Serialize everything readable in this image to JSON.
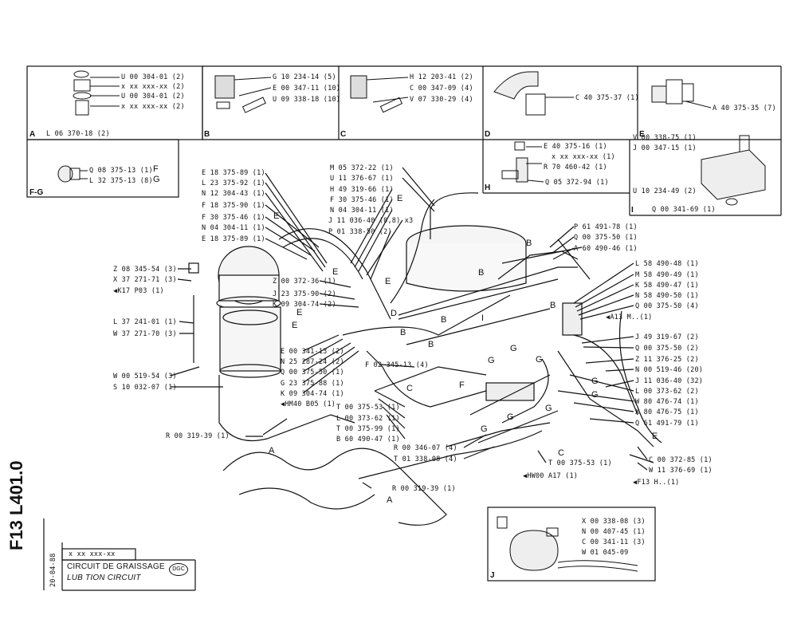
{
  "sheet": {
    "code_vertical": "F13 L401.0",
    "date_vertical": "20-04-88",
    "part_box": "x xx xxx-xx",
    "title_fr": "CIRCUIT DE GRAISSAGE",
    "title_en": "LUB    TION CIRCUIT",
    "logo": "DGC"
  },
  "panels": {
    "A": {
      "letter": "A",
      "labels": [
        "U 00 304-01 (2)",
        "x xx xxx-xx (2)",
        "U 00 304-01 (2)",
        "x xx xxx-xx (2)"
      ],
      "ref": "L 06 370-18 (2)"
    },
    "B": {
      "letter": "B",
      "labels": [
        "G 10 234-14 (5)",
        "E 00 347-11 (10)",
        "U 09 338-18 (10)"
      ]
    },
    "C": {
      "letter": "C",
      "labels": [
        "H 12 203-41 (2)",
        "C 00 347-09 (4)",
        "V 07 330-29 (4)"
      ]
    },
    "D": {
      "letter": "D",
      "labels": [
        "C 40 375-37 (1)"
      ]
    },
    "E": {
      "letter": "E",
      "labels": [
        "A 40 375-35 (7)"
      ]
    },
    "FG": {
      "letter": "F-G",
      "labels": [
        "Q 08 375-13 (1)",
        "L 32 375-13 (8)"
      ],
      "tags": [
        "F",
        "G"
      ]
    },
    "H": {
      "letter": "H",
      "labels": [
        "E 40 375-16 (1)",
        "x xx xxx-xx (1)",
        "R 70 460-42 (1)",
        "Q 05 372-94 (1)"
      ]
    },
    "I": {
      "letter": "I",
      "labels": [
        "V 00 338-75 (1)",
        "J 00 347-15 (1)",
        "U 10 234-49 (2)",
        "Q 00 341-69 (1)"
      ]
    },
    "J": {
      "letter": "J",
      "labels": [
        "X 00 338-08 (3)",
        "N 00 407-45 (1)",
        "C 00 341-11 (3)",
        "W 01 045-09"
      ]
    }
  },
  "main": {
    "left_top": [
      "E 18 375-89 (1)",
      "L 23 375-92 (1)",
      "N 12 304-43 (1)",
      "F 18 375-90 (1)",
      "F 30 375-46 (1)",
      "N 04 304-11 (1)",
      "E 18 375-89 (1)"
    ],
    "center_top": [
      "M 05 372-22 (1)",
      "U 11 376-67 (1)",
      "H 49 319-66 (1)",
      "F 30 375-46 (1)",
      "N 04 304-11 (1)",
      "J 11 036-40 (0,8) x3",
      "P 01 338-50 (2)"
    ],
    "left_mid": [
      "Z 08 345-54 (3)",
      "X 37 271-71 (3)",
      "◀K17  P03 (1)"
    ],
    "left_mid2": [
      "L 37 241-01 (1)",
      "W 37 271-70 (3)"
    ],
    "left_low": [
      "W 00 519-54 (3)",
      "S 10 032-07 (1)"
    ],
    "center_mid": [
      "Z 00 372-36 (1)",
      "J 23 375-90 (2)",
      "K 09 304-74 (2)"
    ],
    "center_low": [
      "E 00 341-13 (2)",
      "N 25 287-24 (2)",
      "Q 00 375-50 (1)",
      "G 23 375-88 (1)",
      "K 09 304-74 (1)",
      "◀HM40  B05 (1)"
    ],
    "f02": "F 02 345-13 (4)",
    "center_bottom": [
      "T 00 375-53 (1)",
      "L 00 373-62 (1)",
      "T 00 375-99 (1)",
      "B 60 490-47 (1)"
    ],
    "r_labels": [
      "R 00 319-39 (1)",
      "R 00 346-07 (4)",
      "T 01 338-08 (4)",
      "R 00 319-39 (1)"
    ],
    "t_bottom": "T 00 375-53 (1)",
    "hw": "◀HW00  A17 (1)",
    "right_top": [
      "P 61 491-78 (1)",
      "Q 00 375-50 (1)",
      "A 60 490-46 (1)"
    ],
    "right_list": [
      "L 58 490-48 (1)",
      "M 58 490-49 (1)",
      "K 58 490-47 (1)",
      "N 58 490-50 (1)",
      "Q 00 375-50 (4)",
      "◀A13  M..(1)",
      "J 49 319-67 (2)",
      "Q 00 375-50 (2)",
      "Z 11 376-25 (2)",
      "N 00 519-46 (20)",
      "J 11 036-40 (32)",
      "L 00 373-62 (2)",
      "W 80 476-74 (1)",
      "X 80 476-75 (1)",
      "Q 61 491-79 (1)"
    ],
    "right_bottom": [
      "C 00 372-85 (1)",
      "W 11 376-69 (1)",
      "◀F13  H..(1)"
    ],
    "callouts": [
      "E",
      "E",
      "E",
      "E",
      "E",
      "D",
      "E",
      "B",
      "B",
      "B",
      "B",
      "B",
      "B",
      "I",
      "G",
      "G",
      "G",
      "G",
      "G",
      "G",
      "F",
      "G",
      "C",
      "A",
      "A",
      "C",
      "E",
      "G"
    ]
  }
}
